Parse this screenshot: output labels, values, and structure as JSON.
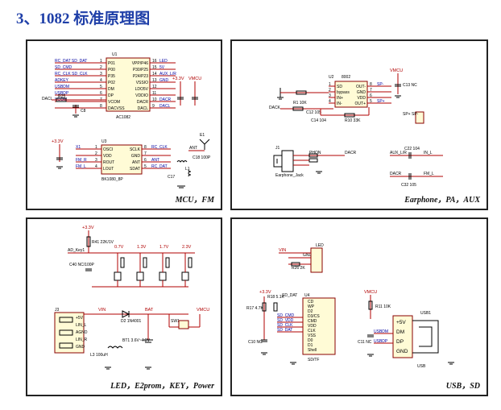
{
  "title": "3、1082 标准原理图",
  "panels": {
    "mcu_fm": {
      "caption": "MCU，FM",
      "u1": {
        "ref": "U1",
        "part": "AC1082",
        "left_pins": [
          {
            "num": "1",
            "name": "P01"
          },
          {
            "num": "2",
            "name": "P00"
          },
          {
            "num": "3",
            "name": "P35"
          },
          {
            "num": "4",
            "name": "P02"
          },
          {
            "num": "5",
            "name": "DM"
          },
          {
            "num": "6",
            "name": "DP"
          },
          {
            "num": "7",
            "name": "VCOM"
          },
          {
            "num": "8",
            "name": "DACVSS"
          }
        ],
        "right_pins": [
          {
            "num": "16",
            "name": "VPP/P46"
          },
          {
            "num": "15",
            "name": "P30/P25"
          },
          {
            "num": "14",
            "name": "P24/P23"
          },
          {
            "num": "13",
            "name": "VSSIO"
          },
          {
            "num": "12",
            "name": "LDO5V"
          },
          {
            "num": "11",
            "name": "VDDIO"
          },
          {
            "num": "10",
            "name": "DACR"
          },
          {
            "num": "9",
            "name": "DACL"
          }
        ],
        "left_nets": [
          "RC_DAT  SD_DAT",
          "SD_CMD",
          "RC_CLK  SD_CLK",
          "ADKEY",
          "USBDM",
          "USBDP",
          "VCOM",
          ""
        ],
        "right_nets": [
          "LED",
          "5V",
          "AUX_L/R",
          "GND",
          "",
          "",
          "DACR",
          "DACL"
        ]
      },
      "u3": {
        "ref": "U3",
        "part": "BK1080_8P",
        "left_pins": [
          {
            "num": "1",
            "name": "OSCI"
          },
          {
            "num": "2",
            "name": "VDD"
          },
          {
            "num": "3",
            "name": "ROUT"
          },
          {
            "num": "4",
            "name": "LOUT"
          }
        ],
        "right_pins": [
          {
            "num": "8",
            "name": "SCLK"
          },
          {
            "num": "7",
            "name": "GND"
          },
          {
            "num": "6",
            "name": "ANT"
          },
          {
            "num": "5",
            "name": "SDAT"
          }
        ],
        "left_nets": [
          "X1",
          "",
          "FM_R",
          "FM_L"
        ],
        "right_nets": [
          "RC_CLK",
          "",
          "ANT",
          "RC_DAT"
        ]
      },
      "labels": {
        "vmcu": "VMCU",
        "v33": "+3.3V",
        "v33b": "+3.3V",
        "dacl": "DACL",
        "r25": "R25",
        "c8": "C8",
        "ant": "ANT",
        "e1": "E1",
        "l1": "L1",
        "c18": "C18 100P",
        "c17": "C17"
      }
    },
    "earphone": {
      "caption": "Earphone，PA，AUX",
      "u2": {
        "ref": "U2",
        "part": "8002",
        "left_pins": [
          {
            "num": "1",
            "name": "SD"
          },
          {
            "num": "2",
            "name": "bypass"
          },
          {
            "num": "3",
            "name": "IN+"
          },
          {
            "num": "4",
            "name": "IN-"
          }
        ],
        "right_pins": [
          {
            "num": "8",
            "name": "OUT-"
          },
          {
            "num": "7",
            "name": "GND"
          },
          {
            "num": "6",
            "name": "VDD"
          },
          {
            "num": "5",
            "name": "OUT+"
          }
        ],
        "right_nets": [
          "SP-",
          "",
          "",
          "SP+"
        ]
      },
      "labels": {
        "vmcu": "VMCU",
        "c13": "C13 NC",
        "dack": "DACK",
        "r1": "R1 10K",
        "c12": "C12 105",
        "c14": "C14 104",
        "r10": "R10 33K",
        "sp": "SP+  SP-",
        "j1": "J1",
        "jack": "Earphone_Jack",
        "phon": "PHON",
        "dacr": "DACR",
        "aux": "AUX_L/R",
        "c22": "C22 104",
        "inr": "IN_L",
        "dacr2": "DACR",
        "c32": "C32 105",
        "inl": "FM_L"
      }
    },
    "led_key": {
      "caption": "LED，E2prom，KEY，Power",
      "labels": {
        "v33": "+3.3V",
        "r41": "R41 22K/1V",
        "adkey": "AD_Key1",
        "c40": "C40 NC/100P",
        "volts": [
          "0.7V",
          "1.3V",
          "1.7V",
          "2.3V"
        ],
        "vin": "VIN",
        "bat": "BAT",
        "vmcu": "VMCU",
        "d2": "D2 1N4001",
        "sw1": "SW1",
        "bt1": "BT1 3.6V~4.2V",
        "j3": "J3",
        "j3pins": [
          "+5V",
          "LIN_L",
          "AGND",
          "LIN_R",
          "GND"
        ],
        "l3": "L3 100uH"
      }
    },
    "usb_sd": {
      "caption": "USB，SD",
      "labels": {
        "vin": "VIN",
        "gnd": "GND",
        "r26": "R26 2K",
        "led": "LED",
        "v33": "+3.3V",
        "r17": "R17 4.7K",
        "r18": "R18 5.1K",
        "sddat": "SD_DAT",
        "u4pins": [
          "CD",
          "WP",
          "D2",
          "D3/CS",
          "CMD",
          "VDD",
          "CLK",
          "VSS",
          "D0",
          "D1",
          "Shell"
        ],
        "u4nets": [
          "SD_CMD",
          "SD_VDD",
          "SD_CLK",
          "SD_DAT"
        ],
        "u4": "U4",
        "sdpart": "SD/TF",
        "vmcu": "VMCU",
        "r11": "R11 10K",
        "usb1": "USB1",
        "usbpins": [
          "+5V",
          "DM",
          "DP",
          "GND"
        ],
        "usbnets": [
          "USBDM",
          "USBDP"
        ],
        "usb": "USB",
        "c11": "C11 NC",
        "c10": "C10 NC"
      }
    }
  }
}
